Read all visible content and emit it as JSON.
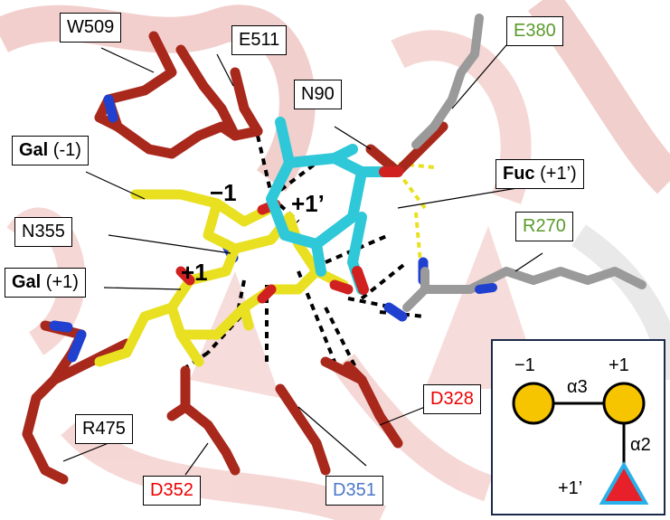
{
  "labels": {
    "w509": "W509",
    "e511": "E511",
    "e380": "E380",
    "n90": "N90",
    "gal_m1_bold": "Gal",
    "gal_m1_rest": " (-1)",
    "fuc_bold": "Fuc",
    "fuc_rest": " (+1’)",
    "n355": "N355",
    "r270": "R270",
    "gal_p1_bold": "Gal",
    "gal_p1_rest": " (+1)",
    "r475": "R475",
    "d328": "D328",
    "d352": "D352",
    "d351": "D351"
  },
  "site_labels": {
    "minus1": "−1",
    "plus1prime": "+1’",
    "plus1": "+1"
  },
  "legend": {
    "minus1": "−1",
    "plus1": "+1",
    "alpha3": "α3",
    "alpha2": "α2",
    "plus1prime": "+1’"
  },
  "colors": {
    "protein": "#a8281c",
    "protein_cartoon": "#f2c4c0",
    "gal": "#e8e020",
    "fuc": "#2ec8d8",
    "grey": "#8a8a8a",
    "nitrogen": "#2040d0",
    "oxygen": "#d02020",
    "text_green": "#5a9a2a",
    "text_red": "#ee0000",
    "text_blue": "#4a78c8",
    "gal_symbol": "#f7c400",
    "fuc_symbol": "#e8202a",
    "fuc_symbol_border": "#2ab0e8"
  }
}
